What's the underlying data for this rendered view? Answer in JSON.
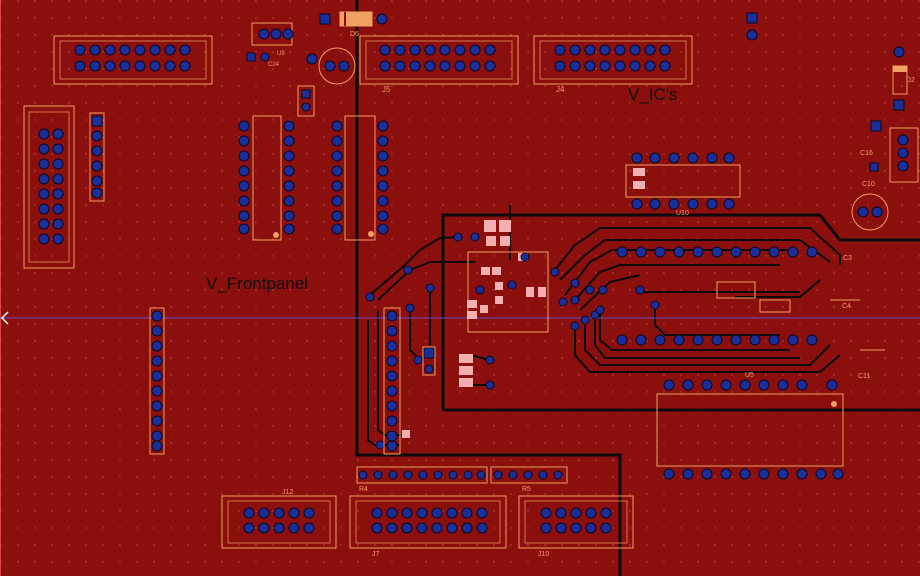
{
  "colors": {
    "board": "#8a0f0d",
    "copper": "#0b0b0b",
    "silk": "#f0a060",
    "pad": "#1a2f9a",
    "pad_hole": "#0a0a25",
    "smd_pad": "#f4b0b0",
    "ratsnest": "#6a4ec8",
    "grid": "#c0504a"
  },
  "labels": {
    "power_front": "V_Frontpanel",
    "power_ics": "V_IC's"
  },
  "designators": {
    "j5": "J5",
    "j4": "J4",
    "j7": "J7",
    "j10": "J10",
    "j12": "J12",
    "u10": "U10",
    "u5": "U5",
    "c3": "C3",
    "c4": "C4",
    "c10": "C10",
    "c16": "C16",
    "c11": "C11",
    "r4": "R4",
    "r5": "R5",
    "d6": "D6",
    "d2": "D2",
    "u9": "U9",
    "c24": "C24"
  }
}
